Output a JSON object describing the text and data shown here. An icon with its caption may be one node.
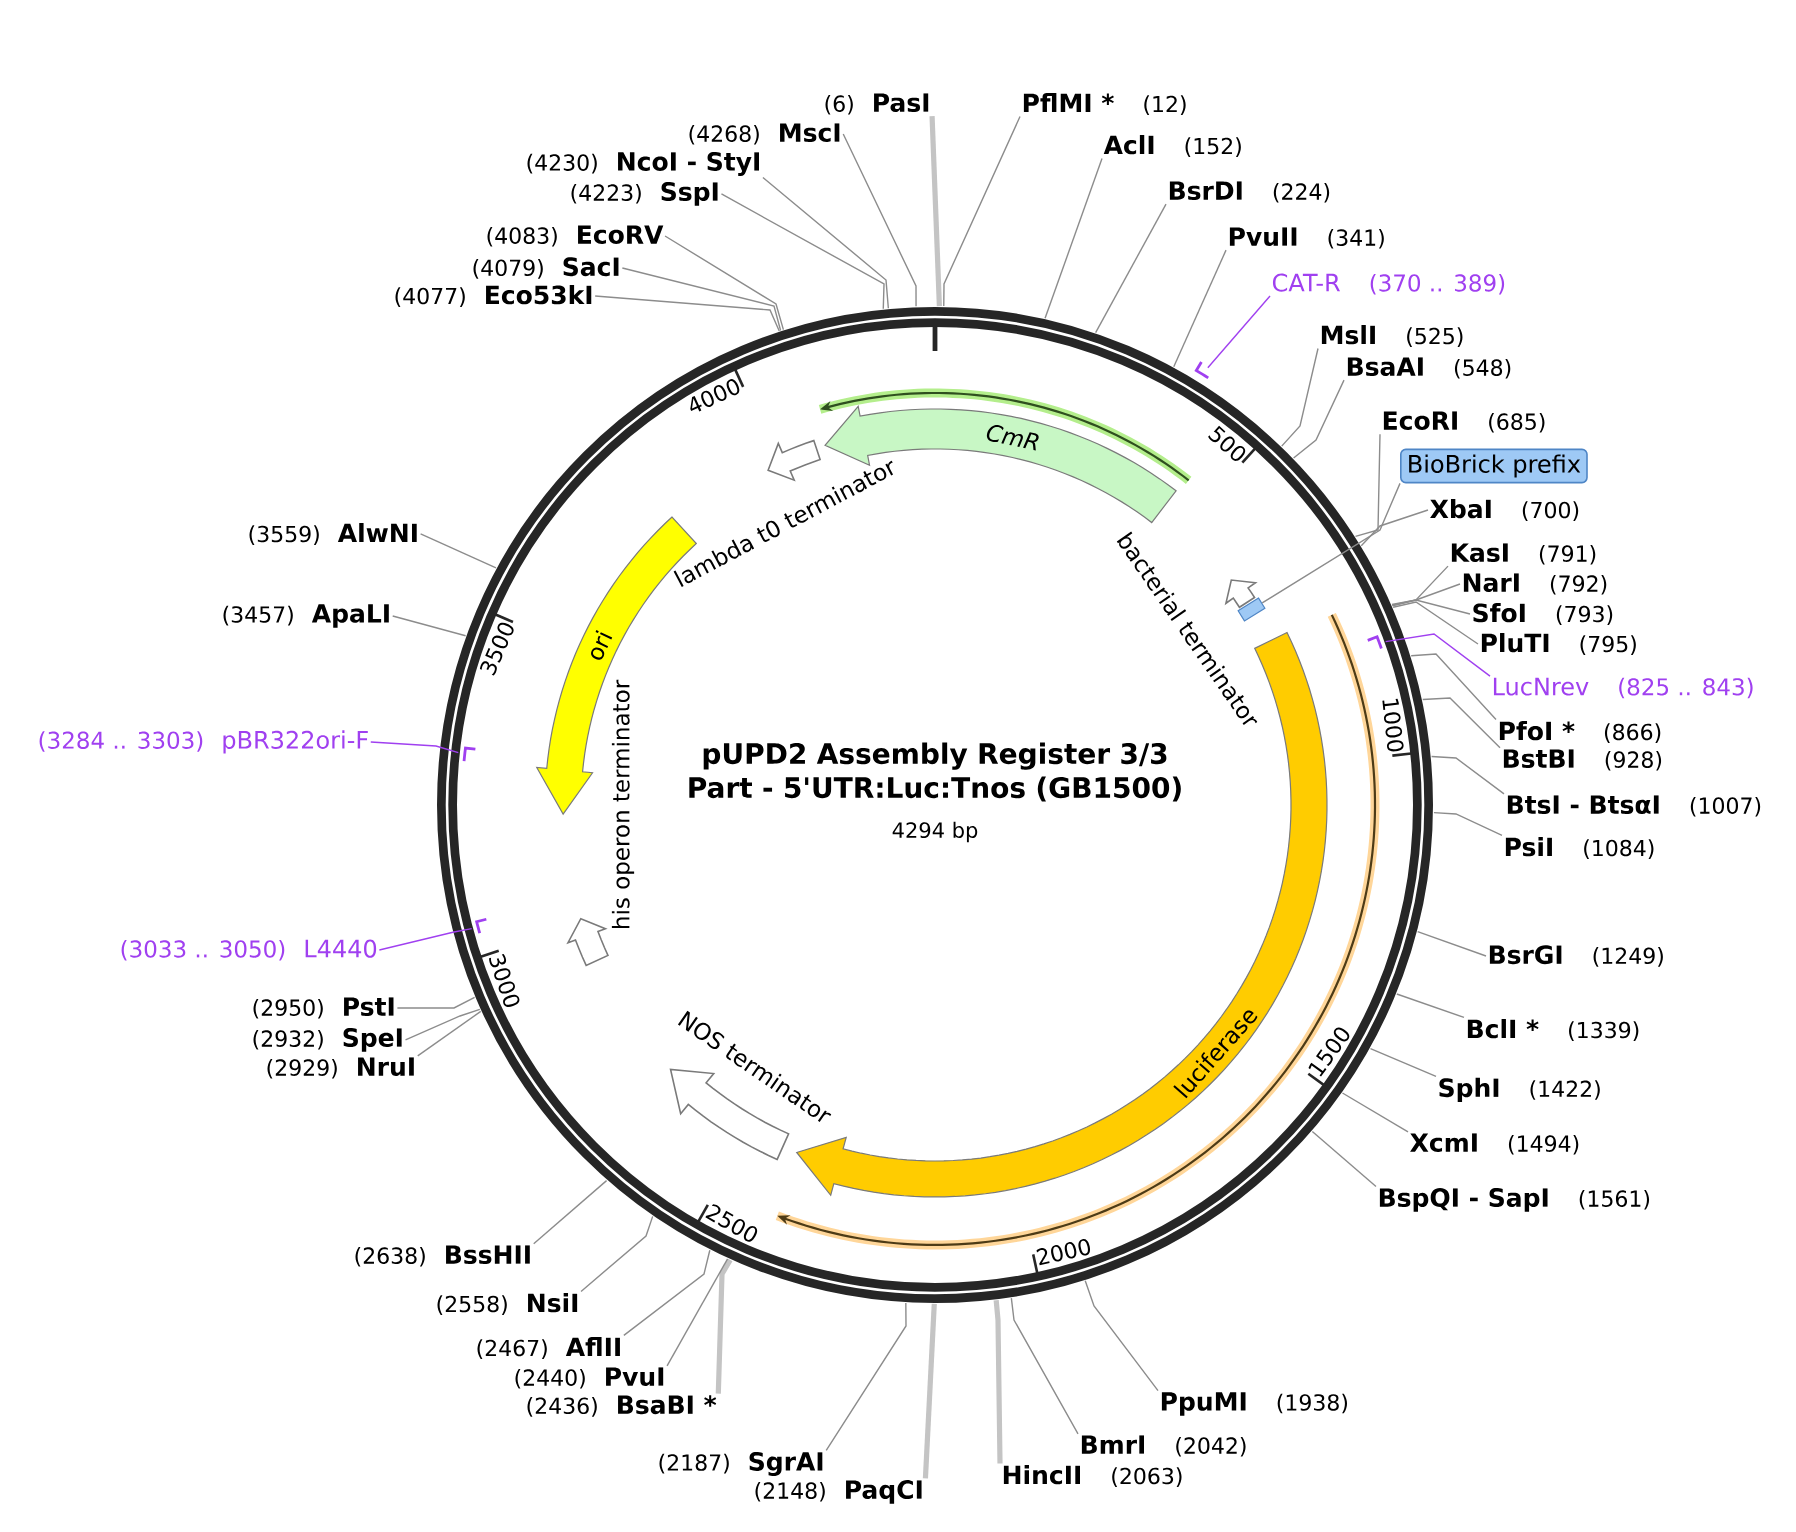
{
  "diagram": {
    "title": "pUPD2 Assembly Register 3/3 Part - 5'UTR:Luc:Tnos (GB1500)",
    "nodes": [
      {
        "text": [
          "(6)",
          "PasI"
        ]
      },
      {
        "text": [
          "PflMI *",
          "(12)"
        ]
      },
      {
        "text": [
          "AclI",
          "(152)"
        ]
      },
      {
        "text": [
          "BsrDI",
          "(224)"
        ]
      },
      {
        "text": [
          "PvuII",
          "(341)"
        ]
      },
      {
        "text": [
          "CAT-R",
          "(370 .. 389)"
        ]
      },
      {
        "text": [
          "MslI",
          "(525)"
        ]
      },
      {
        "text": [
          "BsaAI",
          "(548)"
        ]
      },
      {
        "text": [
          "EcoRI",
          "(685)"
        ]
      },
      {
        "text": [
          "BioBrick prefix"
        ]
      },
      {
        "text": [
          "XbaI",
          "(700)"
        ]
      },
      {
        "text": [
          "KasI",
          "(791)"
        ]
      },
      {
        "text": [
          "NarI",
          "(792)"
        ]
      },
      {
        "text": [
          "SfoI",
          "(793)"
        ]
      },
      {
        "text": [
          "PluTI",
          "(795)"
        ]
      },
      {
        "text": [
          "LucNrev",
          "(825 .. 843)"
        ]
      },
      {
        "text": [
          "PfoI *",
          "(866)"
        ]
      },
      {
        "text": [
          "BstBI",
          "(928)"
        ]
      },
      {
        "text": [
          "BtsI - BtsαI",
          "(1007)"
        ]
      },
      {
        "text": [
          "PsiI",
          "(1084)"
        ]
      },
      {
        "text": [
          "BsrGI",
          "(1249)"
        ]
      },
      {
        "text": [
          "BclI *",
          "(1339)"
        ]
      },
      {
        "text": [
          "SphI",
          "(1422)"
        ]
      },
      {
        "text": [
          "XcmI",
          "(1494)"
        ]
      },
      {
        "text": [
          "BspQI - SapI",
          "(1561)"
        ]
      },
      {
        "text": [
          "PpuMI",
          "(1938)"
        ]
      },
      {
        "text": [
          "BmrI",
          "(2042)"
        ]
      },
      {
        "text": [
          "HincII",
          "(2063)"
        ]
      },
      {
        "text": [
          "(2148)",
          "PaqCI"
        ]
      },
      {
        "text": [
          "(2187)",
          "SgrAI"
        ]
      },
      {
        "text": [
          "(2436)",
          "BsaBI *"
        ]
      },
      {
        "text": [
          "(2440)",
          "PvuI"
        ]
      },
      {
        "text": [
          "(2467)",
          "AflII"
        ]
      },
      {
        "text": [
          "(2558)",
          "NsiI"
        ]
      },
      {
        "text": [
          "(2638)",
          "BssHII"
        ]
      },
      {
        "text": [
          "(2929)",
          "NruI"
        ]
      },
      {
        "text": [
          "(2932)",
          "SpeI"
        ]
      },
      {
        "text": [
          "(2950)",
          "PstI"
        ]
      },
      {
        "text": [
          "(3033 .. 3050)",
          "L4440"
        ]
      },
      {
        "text": [
          "(3284 .. 3303)",
          "pBR322ori-F"
        ]
      },
      {
        "text": [
          "(3457)",
          "ApaLI"
        ]
      },
      {
        "text": [
          "(3559)",
          "AlwNI"
        ]
      },
      {
        "text": [
          "(4077)",
          "Eco53kI"
        ]
      },
      {
        "text": [
          "(4079)",
          "SacI"
        ]
      },
      {
        "text": [
          "(4083)",
          "EcoRV"
        ]
      },
      {
        "text": [
          "(4223)",
          "SspI"
        ]
      },
      {
        "text": [
          "(4230)",
          "NcoI - StyI"
        ]
      },
      {
        "text": [
          "(4268)",
          "MscI"
        ]
      },
      {
        "text": [],
        "shape": "circle"
      },
      {
        "text": [
          "CmR"
        ],
        "in": 48
      },
      {
        "text": [
          "bacterial terminator"
        ],
        "in": 48
      },
      {
        "text": [],
        "shape": "box",
        "in": 48
      },
      {
        "text": [
          "luciferase"
        ],
        "in": 48
      },
      {
        "text": [
          "NOS terminator"
        ],
        "in": 48
      },
      {
        "text": [
          "his operon terminator"
        ],
        "in": 48
      },
      {
        "text": [
          "ori"
        ],
        "in": 48
      },
      {
        "text": [
          "lambda t0 terminator"
        ],
        "in": 48
      },
      {
        "text": [],
        "shape": "bar"
      },
      {
        "text": [],
        "shape": "bar",
        "in": 48
      },
      {
        "text": [],
        "shape": "bar",
        "in": 48
      },
      {
        "text": [],
        "shape": "bar",
        "in": 48
      }
    ],
    "edges": [
      {
        "from": 0,
        "to": 48,
        "arrow": "none",
        "style": "thick",
        "color": "#c4c4c4"
      },
      {
        "from": 1,
        "to": 48,
        "arrow": "none"
      },
      {
        "from": 2,
        "to": 48,
        "arrow": "none"
      },
      {
        "from": 3,
        "to": 48,
        "arrow": "none"
      },
      {
        "from": 4,
        "to": 48,
        "arrow": "none"
      },
      {
        "from": 5,
        "to": 57,
        "arrow": "none",
        "color": "#a040f0"
      },
      {
        "from": 6,
        "to": 48,
        "arrow": "none"
      },
      {
        "from": 7,
        "to": 48,
        "arrow": "none"
      },
      {
        "from": 8,
        "to": 48,
        "arrow": "none"
      },
      {
        "from": 9,
        "to": 51,
        "arrow": "none"
      },
      {
        "from": 10,
        "to": 48,
        "arrow": "none"
      },
      {
        "from": 11,
        "to": 48,
        "arrow": "none"
      },
      {
        "from": 12,
        "to": 48,
        "arrow": "none"
      },
      {
        "from": 13,
        "to": 48,
        "arrow": "none"
      },
      {
        "from": 14,
        "to": 48,
        "arrow": "none"
      },
      {
        "from": 15,
        "to": 58,
        "arrow": "none",
        "color": "#a040f0"
      },
      {
        "from": 16,
        "to": 48,
        "arrow": "none"
      },
      {
        "from": 17,
        "to": 48,
        "arrow": "none"
      },
      {
        "from": 18,
        "to": 48,
        "arrow": "none"
      },
      {
        "from": 19,
        "to": 48,
        "arrow": "none"
      },
      {
        "from": 20,
        "to": 48,
        "arrow": "none"
      },
      {
        "from": 21,
        "to": 48,
        "arrow": "none"
      },
      {
        "from": 22,
        "to": 48,
        "arrow": "none"
      },
      {
        "from": 23,
        "to": 48,
        "arrow": "none"
      },
      {
        "from": 24,
        "to": 48,
        "arrow": "none"
      },
      {
        "from": 25,
        "to": 48,
        "arrow": "none"
      },
      {
        "from": 26,
        "to": 48,
        "arrow": "none"
      },
      {
        "from": 27,
        "to": 48,
        "arrow": "none",
        "style": "thick",
        "color": "#c4c4c4"
      },
      {
        "from": 28,
        "to": 48,
        "arrow": "none",
        "style": "thick",
        "color": "#c4c4c4"
      },
      {
        "from": 29,
        "to": 48,
        "arrow": "none"
      },
      {
        "from": 30,
        "to": 48,
        "arrow": "none",
        "style": "thick",
        "color": "#c4c4c4"
      },
      {
        "from": 31,
        "to": 48,
        "arrow": "none"
      },
      {
        "from": 32,
        "to": 48,
        "arrow": "none"
      },
      {
        "from": 33,
        "to": 48,
        "arrow": "none"
      },
      {
        "from": 34,
        "to": 48,
        "arrow": "none"
      },
      {
        "from": 35,
        "to": 48,
        "arrow": "none"
      },
      {
        "from": 36,
        "to": 48,
        "arrow": "none"
      },
      {
        "from": 37,
        "to": 48,
        "arrow": "none"
      },
      {
        "from": 38,
        "to": 59,
        "arrow": "none",
        "color": "#a040f0"
      },
      {
        "from": 39,
        "to": 60,
        "arrow": "none",
        "color": "#a040f0"
      },
      {
        "from": 40,
        "to": 48,
        "arrow": "none"
      },
      {
        "from": 41,
        "to": 48,
        "arrow": "none"
      },
      {
        "from": 42,
        "to": 48,
        "arrow": "none"
      },
      {
        "from": 43,
        "to": 48,
        "arrow": "none"
      },
      {
        "from": 44,
        "to": 48,
        "arrow": "none"
      },
      {
        "from": 45,
        "to": 48,
        "arrow": "none"
      },
      {
        "from": 46,
        "to": 48,
        "arrow": "none"
      },
      {
        "from": 47,
        "to": 48,
        "arrow": "none"
      }
    ],
    "labels": [
      "4294 bp",
      "500",
      "1000",
      "1500",
      "2000",
      "2500",
      "3000",
      "3500",
      "4000"
    ]
  }
}
